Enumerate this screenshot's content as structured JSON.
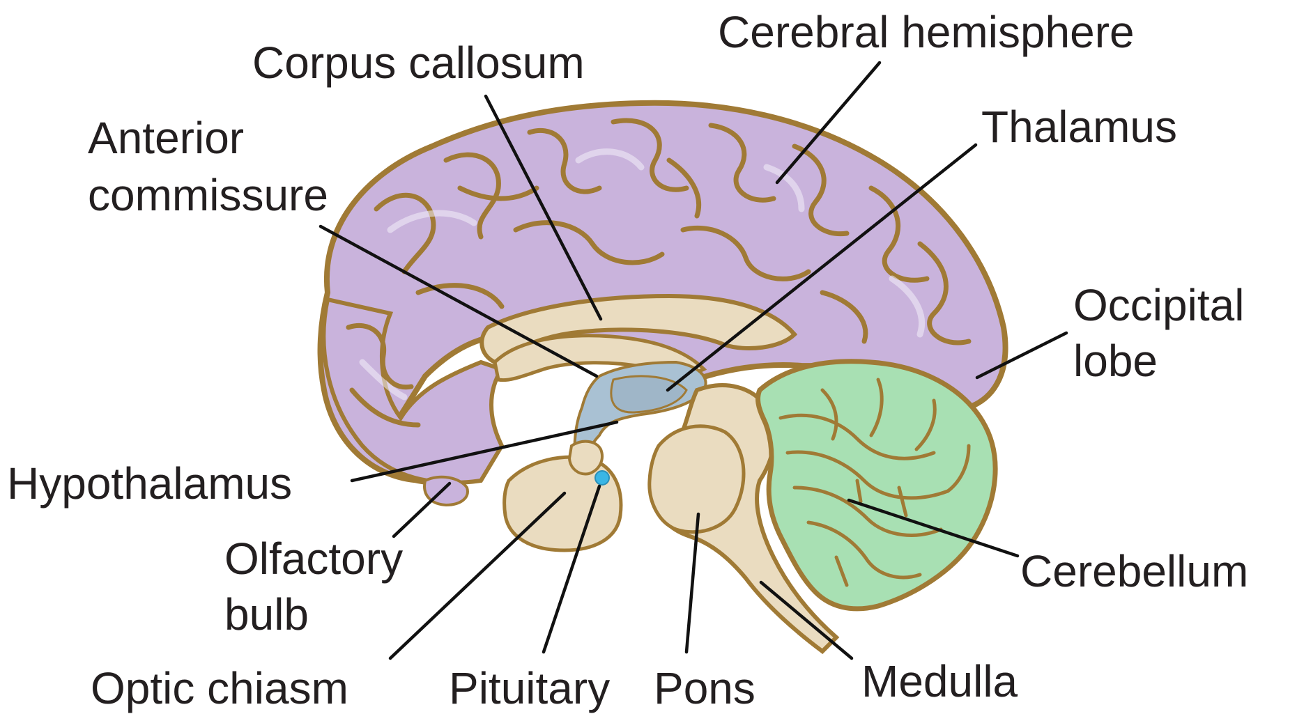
{
  "labels": {
    "cerebral_hemisphere": "Cerebral hemisphere",
    "corpus_callosum": "Corpus callosum",
    "thalamus": "Thalamus",
    "anterior_commissure_line1": "Anterior",
    "anterior_commissure_line2": "commissure",
    "occipital_lobe_line1": "Occipital",
    "occipital_lobe_line2": "lobe",
    "hypothalamus": "Hypothalamus",
    "olfactory_bulb_line1": "Olfactory",
    "olfactory_bulb_line2": "bulb",
    "cerebellum": "Cerebellum",
    "optic_chiasm": "Optic chiasm",
    "pituitary": "Pituitary",
    "pons": "Pons",
    "medulla": "Medulla"
  },
  "colors": {
    "cerebrum": "#c9b3dc",
    "cerebellum": "#a8e0b3",
    "brainstem": "#eadcc0",
    "ventricle": "#a9c1d3",
    "outline": "#a07a35",
    "pituitary_dot": "#3ab6e5"
  }
}
